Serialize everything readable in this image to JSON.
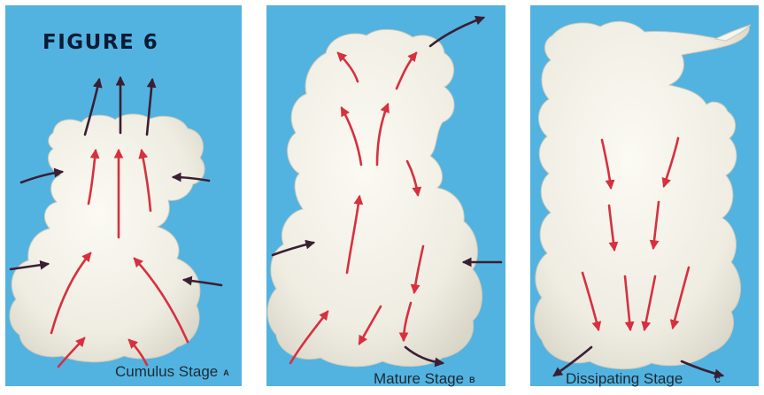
{
  "figure": {
    "title": "FIGURE 6",
    "colors": {
      "sky": "#52b3e1",
      "cloud": "#f0eee3",
      "updraft_arrow": "#d7303e",
      "outer_arrow": "#3a1f33",
      "frame": "#ffffff"
    },
    "panels": [
      {
        "caption": "Cumulus Stage",
        "letter": "A"
      },
      {
        "caption": "Mature Stage",
        "letter": "B"
      },
      {
        "caption": "Dissipating Stage",
        "letter": "C"
      }
    ]
  }
}
